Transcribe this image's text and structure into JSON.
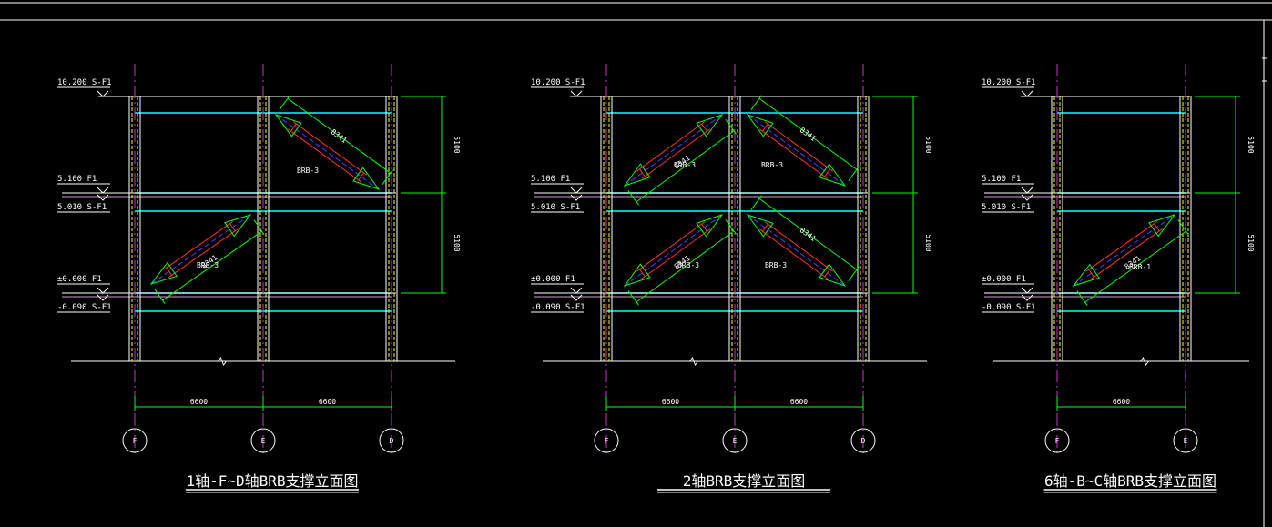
{
  "level_labels": {
    "roof": "10.200 S-F1",
    "f1_floor": "5.100 F1",
    "f1_struct": "5.010 S-F1",
    "ground_floor": "±0.000 F1",
    "ground_struct": "-0.090 S-F1"
  },
  "story_height": "5100",
  "brace_length": "8341",
  "colors": {
    "background": "#000000",
    "column": "#ffffff",
    "column_dash": "#ffff00",
    "beam": "#00ffff",
    "brace_outline": "#ff3333",
    "brace_center": "#4444ff",
    "gusset": "#00ff00",
    "dimension": "#00ff00",
    "axis_line": "#cc33cc"
  },
  "elevations": [
    {
      "title": "1轴-F~D轴BRB支撑立面图",
      "axes": [
        "F",
        "E",
        "D"
      ],
      "spans": [
        "6600",
        "6600"
      ],
      "braces": [
        {
          "story": "lower",
          "label": "BRB-3"
        },
        {
          "story": "upper",
          "label": "BRB-3"
        }
      ]
    },
    {
      "title": "2轴BRB支撑立面图",
      "axes": [
        "F",
        "E",
        "D"
      ],
      "spans": [
        "6600",
        "6600"
      ],
      "braces": [
        {
          "story": "upper-left",
          "label": "BRB-3"
        },
        {
          "story": "upper-right",
          "label": "BRB-3"
        },
        {
          "story": "lower-left",
          "label": "BRB-3"
        },
        {
          "story": "lower-right",
          "label": "BRB-3"
        }
      ]
    },
    {
      "title": "6轴-B~C轴BRB支撑立面图",
      "axes": [
        "F",
        "E"
      ],
      "spans": [
        "6600"
      ],
      "braces": [
        {
          "story": "lower",
          "label": "BRB-1"
        }
      ]
    }
  ]
}
